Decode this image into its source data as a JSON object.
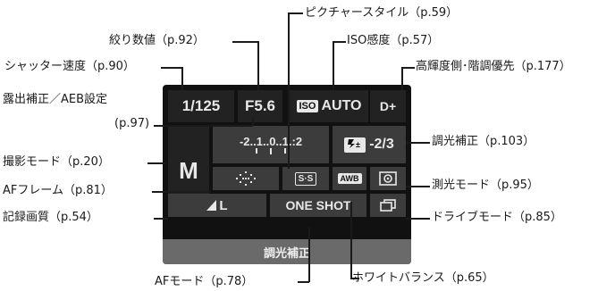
{
  "labels": {
    "picture_style": "ピクチャースタイル（p.59）",
    "aperture": "絞り数値（p.92）",
    "iso": "ISO感度（p.57）",
    "shutter": "シャッター速度（p.90）",
    "highlight_priority": "高輝度側･階調優先（p.177）",
    "exposure_comp": "露出補正／AEB設定",
    "exposure_comp_page": "(p.97)",
    "flash_comp": "調光補正（p.103）",
    "shooting_mode": "撮影モード（p.20）",
    "metering_mode": "測光モード（p.95）",
    "af_frame": "AFフレーム（p.81）",
    "image_quality": "記録画質（p.54）",
    "drive_mode": "ドライブモード（p.85）",
    "white_balance": "ホワイトバランス（p.65）",
    "af_mode": "AFモード（p.78）"
  },
  "screen": {
    "shutter_value": "1/125",
    "aperture_value": "F5.6",
    "iso_prefix": "ISO",
    "iso_value": "AUTO",
    "highlight_value": "D+",
    "mode_value": "M",
    "exposure_scale": "-2..1..0..1.:2",
    "flash_comp_value": "-2/3",
    "flash_comp_icon": "flash-comp-icon",
    "picture_style_icon": "S·S",
    "wb_value": "AWB",
    "metering_icon": "evaluative-metering-icon",
    "af_frame_icon": "af-points-icon",
    "quality_value": "L",
    "af_mode_value": "ONE SHOT",
    "drive_icon": "continuous-drive-icon",
    "bottom_label": "調光補正"
  }
}
